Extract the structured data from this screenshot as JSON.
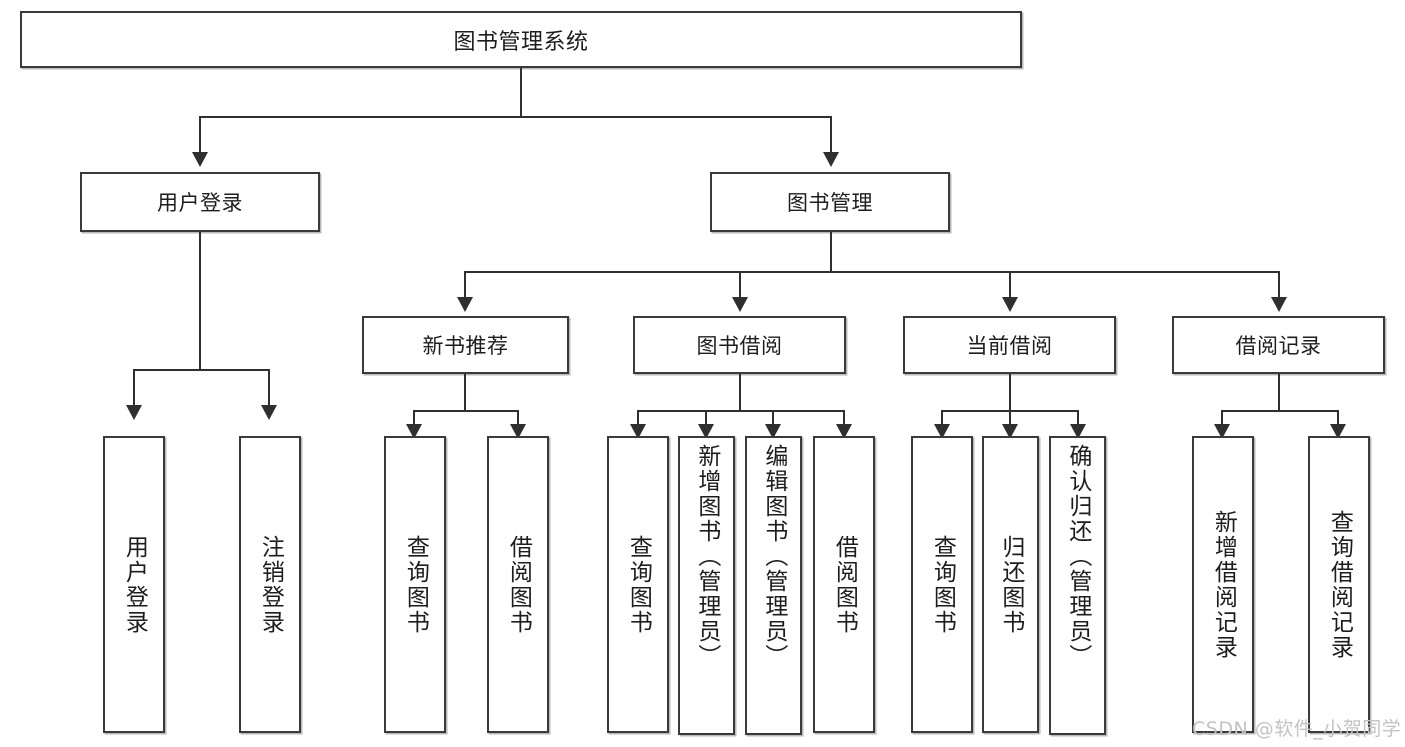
{
  "diagram": {
    "type": "tree",
    "title_node": "图书管理系统",
    "nodes": {
      "root": "图书管理系统",
      "user_login": "用户登录",
      "book_manage": "图书管理",
      "new_book_rec": "新书推荐",
      "book_borrow": "图书借阅",
      "current_borrow": "当前借阅",
      "borrow_record": "借阅记录"
    },
    "leaves": {
      "user_login_1": "用户登录",
      "user_login_2": "注销登录",
      "new_book_rec_1": "查询图书",
      "new_book_rec_2": "借阅图书",
      "book_borrow_1": "查询图书",
      "book_borrow_2": "新增图书（管理员）",
      "book_borrow_3": "编辑图书（管理员）",
      "book_borrow_4": "借阅图书",
      "current_borrow_1": "查询图书",
      "current_borrow_2": "归还图书",
      "current_borrow_3": "确认归还（管理员）",
      "borrow_record_1": "新增借阅记录",
      "borrow_record_2": "查询借阅记录"
    },
    "watermark": "CSDN @软件_小贺同学",
    "colors": {
      "stroke": "#3a3a3a",
      "text": "#1d1d1d",
      "background": "#ffffff",
      "watermark": "#c3c3c3"
    }
  }
}
